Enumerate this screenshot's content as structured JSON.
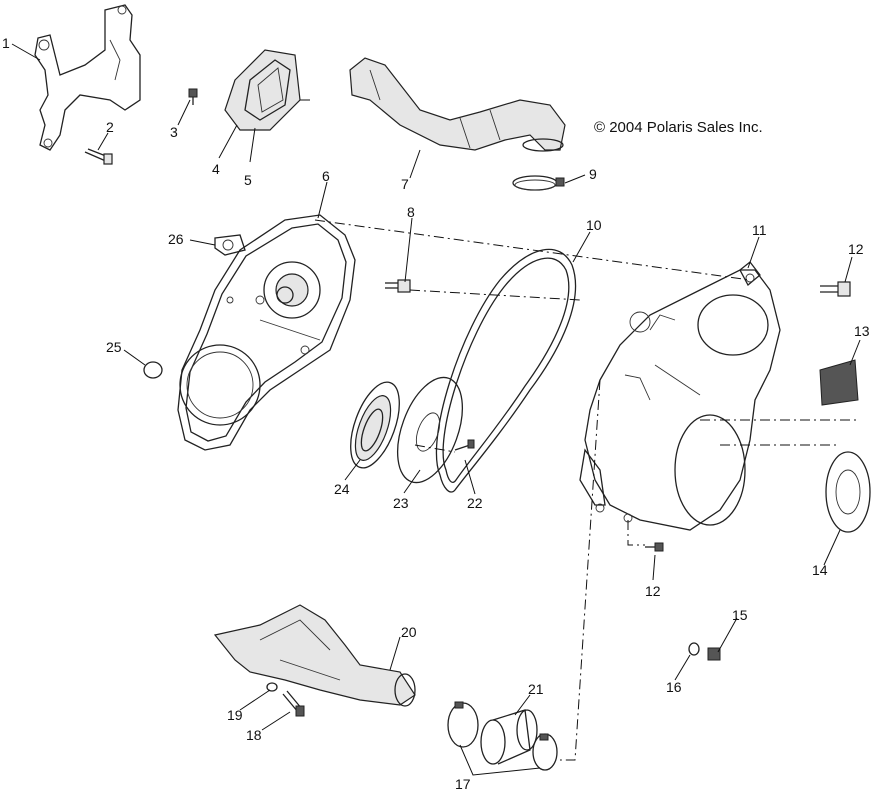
{
  "copyright": "© 2004 Polaris Sales Inc.",
  "callouts": {
    "c1": "1",
    "c2": "2",
    "c3": "3",
    "c4": "4",
    "c5": "5",
    "c6": "6",
    "c7": "7",
    "c8": "8",
    "c9": "9",
    "c10": "10",
    "c11": "11",
    "c12a": "12",
    "c12b": "12",
    "c13": "13",
    "c14": "14",
    "c15": "15",
    "c16": "16",
    "c17": "17",
    "c18": "18",
    "c19": "19",
    "c20": "20",
    "c21": "21",
    "c22": "22",
    "c23": "23",
    "c24": "24",
    "c25": "25",
    "c26": "26"
  }
}
